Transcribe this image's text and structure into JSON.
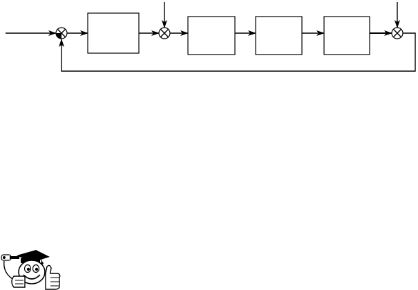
{
  "diagram": {
    "type": "block-diagram",
    "blocks": [
      {
        "id": "block-1",
        "label": ""
      },
      {
        "id": "block-2",
        "label": ""
      },
      {
        "id": "block-3",
        "label": ""
      },
      {
        "id": "block-4",
        "label": ""
      }
    ],
    "summing_junctions": [
      {
        "id": "sum-1",
        "style": "lower-left quadrant filled"
      },
      {
        "id": "sum-2",
        "style": "plain"
      },
      {
        "id": "sum-3",
        "style": "plain"
      }
    ],
    "signals": [
      {
        "id": "input",
        "from": "left",
        "to": "sum-1"
      },
      {
        "id": "disturbance-1",
        "from": "top",
        "to": "sum-2"
      },
      {
        "id": "disturbance-2",
        "from": "top",
        "to": "sum-3"
      },
      {
        "id": "feedback",
        "from": "sum-3",
        "to": "sum-1",
        "path": "right-down-left-up"
      }
    ],
    "connections": [
      [
        "sum-1",
        "block-1"
      ],
      [
        "block-1",
        "sum-2"
      ],
      [
        "sum-2",
        "block-2"
      ],
      [
        "block-2",
        "block-3"
      ],
      [
        "block-3",
        "block-4"
      ],
      [
        "block-4",
        "sum-3"
      ]
    ]
  },
  "decoration": {
    "mascot": "graduate-cartoon-thumbs-up-icon"
  },
  "colors": {
    "stroke": "#000000",
    "background": "#ffffff"
  }
}
